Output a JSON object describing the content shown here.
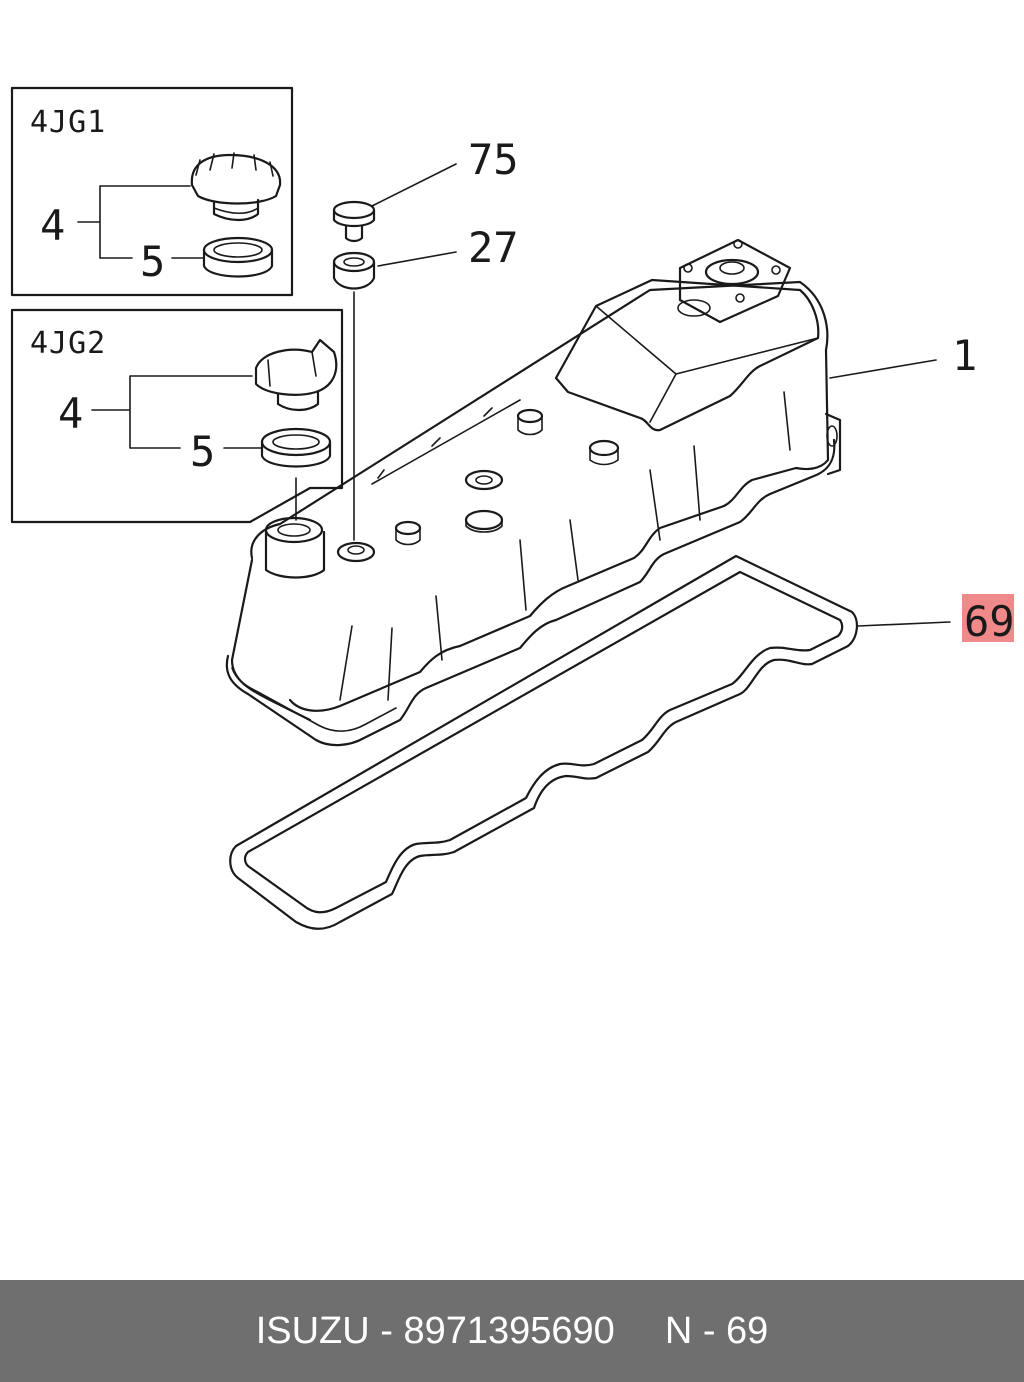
{
  "diagram": {
    "inset_1": {
      "label": "4JG1",
      "callout_cap": "4",
      "callout_seal": "5"
    },
    "inset_2": {
      "label": "4JG2",
      "callout_cap": "4",
      "callout_seal": "5"
    },
    "callouts": {
      "bolt": "75",
      "grommet": "27",
      "cover": "1",
      "gasket": "69"
    },
    "colors": {
      "highlight": "#f08a8a",
      "line": "#1a1a1a",
      "footer_bg": "#6f6f6f"
    }
  },
  "footer": {
    "part_text": "ISUZU - 8971395690",
    "ref_text": "N - 69"
  }
}
